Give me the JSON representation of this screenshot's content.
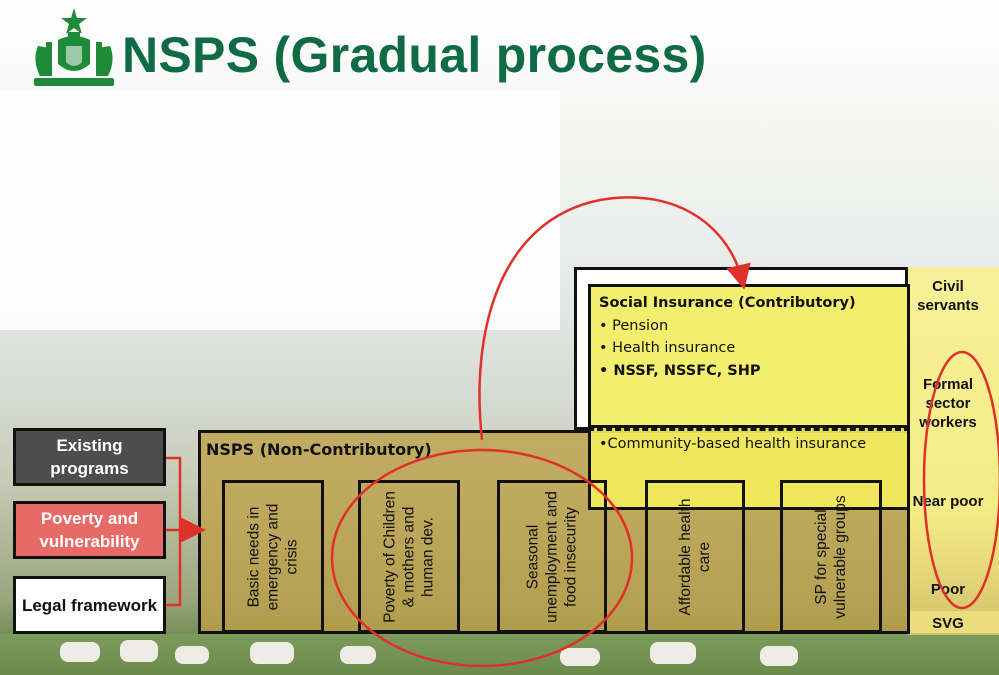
{
  "title": "NSPS (Gradual process)",
  "logo": {
    "name": "royal-coat-of-arms",
    "color": "#1f8a3a"
  },
  "left_labels": {
    "existing": "Existing programs",
    "poverty": "Poverty and vulnerability",
    "legal": "Legal framework"
  },
  "non_contributory": {
    "title": "NSPS (Non-Contributory)",
    "programs": [
      "Basic needs in emergency and crisis",
      "Poverty of Children & mothers and human dev.",
      "Seasonal unemployment and food insecurity",
      "Affordable health care",
      "SP for special vulnerable groups"
    ]
  },
  "social_insurance": {
    "title": "Social Insurance (Contributory)",
    "bullets": [
      "• Pension",
      "• Health insurance",
      "• NSSF, NSSFC, SHP"
    ],
    "community": "•Community-based health insurance"
  },
  "segments": [
    "Civil servants",
    "Formal sector workers",
    "Near poor",
    "Poor",
    "SVG"
  ],
  "colors": {
    "title_green": "#0f6b45",
    "existing_fill": "#4d4d4d",
    "poverty_fill": "#e86a66",
    "nsps_fill": "#bea046",
    "si_fill": "#f4ee6e",
    "arrow_red": "#e0302a"
  }
}
